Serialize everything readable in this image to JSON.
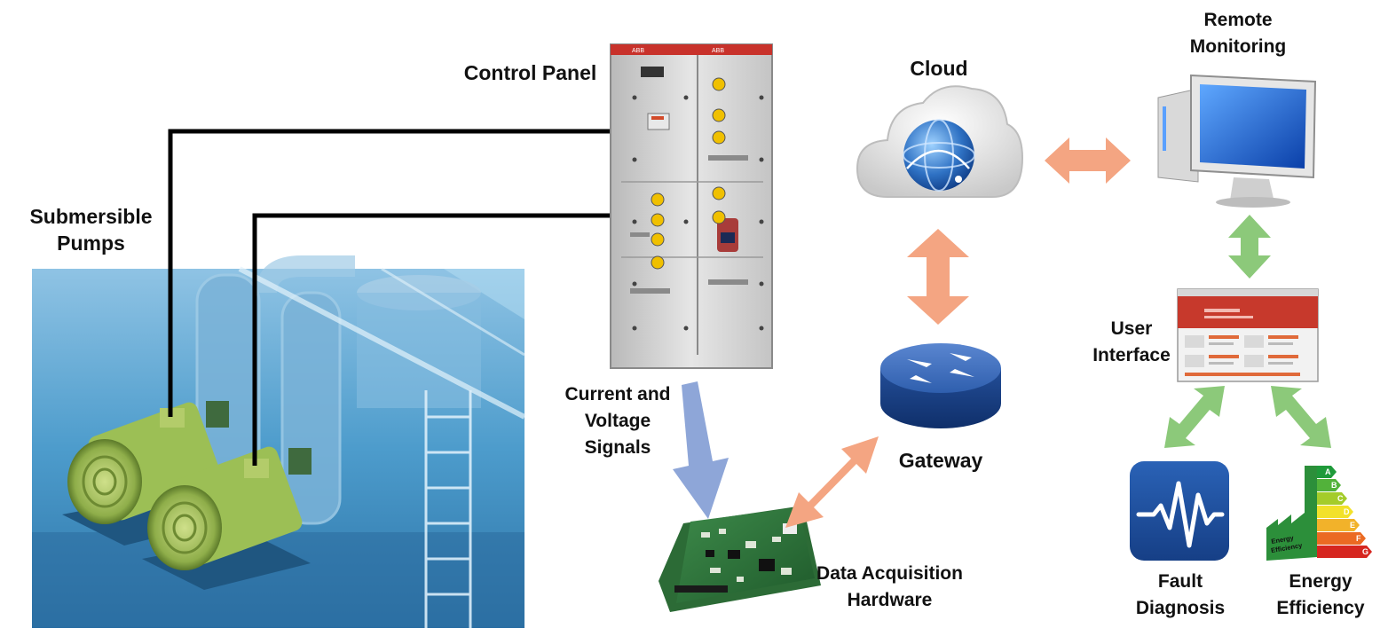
{
  "labels": {
    "submersible_pumps": [
      "Submersible",
      "Pumps"
    ],
    "control_panel": "Control Panel",
    "current_voltage_signals": [
      "Current and",
      "Voltage",
      "Signals"
    ],
    "data_acquisition_hardware": [
      "Data Acquisition",
      "Hardware"
    ],
    "cloud": "Cloud",
    "gateway": "Gateway",
    "remote_monitoring": [
      "Remote",
      "Monitoring"
    ],
    "user_interface": [
      "User",
      "Interface"
    ],
    "fault_diagnosis": [
      "Fault",
      "Diagnosis"
    ],
    "energy_efficiency": [
      "Energy",
      "Efficiency"
    ]
  },
  "panel_brand": [
    "ABB",
    "ABB"
  ],
  "energy_badge": [
    "Energy",
    "Efficiency"
  ],
  "energy_ratings": [
    "A",
    "B",
    "C",
    "D",
    "E",
    "F",
    "G"
  ],
  "colors": {
    "cloud_link": "#f4a582",
    "ui_link": "#8cc97a",
    "signal_arrow": "#8ea6d8",
    "wire": "#000000",
    "water": "#3d8fc3",
    "router": "#2b5aa8",
    "fault_tile": "#1d4f9c",
    "ui_header": "#c7392c"
  },
  "icons": {
    "cloud": "cloud-globe-icon",
    "gateway": "router-icon",
    "remote_monitoring": "desktop-computer-icon",
    "user_interface": "web-dashboard-icon",
    "fault_diagnosis": "waveform-icon",
    "energy_efficiency": "energy-label-icon"
  }
}
